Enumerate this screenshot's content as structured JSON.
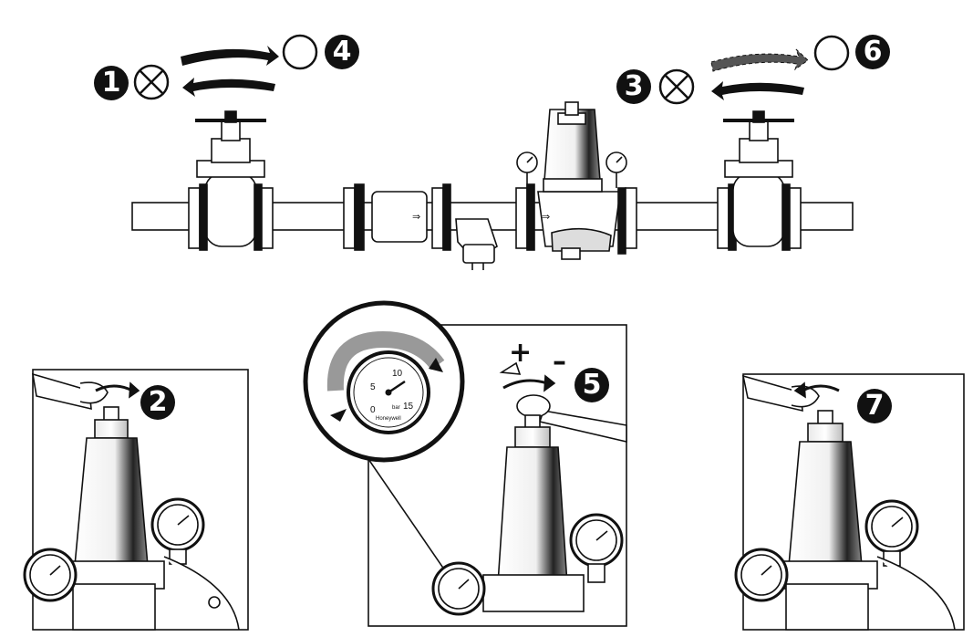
{
  "steps": {
    "s1": "1",
    "s2": "2",
    "s3": "3",
    "s4": "4",
    "s5": "5",
    "s6": "6",
    "s7": "7"
  },
  "symbols": {
    "plus": "+",
    "minus": "–"
  },
  "gauge": {
    "brand": "Honeywell",
    "unit": "bar",
    "ticks": [
      "0",
      "5",
      "10",
      "15"
    ]
  },
  "icons": {
    "closed": "closed-valve-icon",
    "open": "open-valve-icon"
  },
  "colors": {
    "ink": "#111111",
    "metal": "#cfcfcf",
    "paper": "#ffffff"
  }
}
